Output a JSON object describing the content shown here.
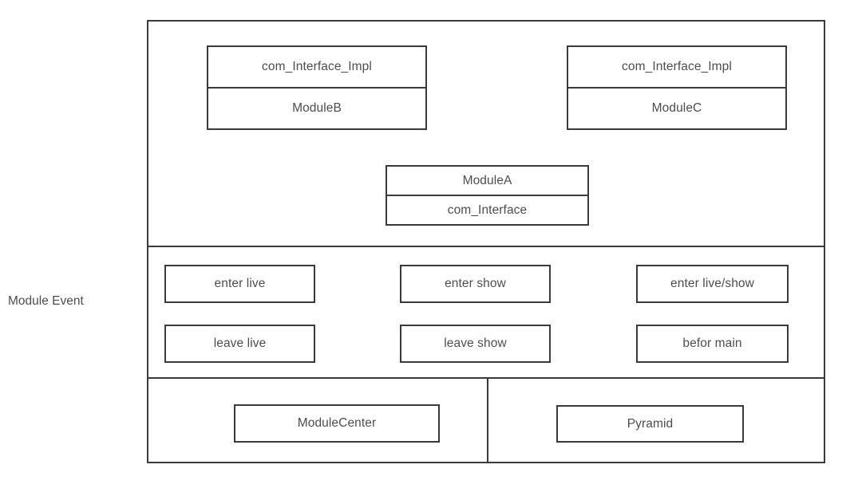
{
  "labels": {
    "module_event": "Module Event"
  },
  "modules_section": {
    "boxes": [
      {
        "name": "ModuleB",
        "top_cell": "com_Interface_Impl",
        "bottom_cell": "ModuleB"
      },
      {
        "name": "ModuleC",
        "top_cell": "com_Interface_Impl",
        "bottom_cell": "ModuleC"
      },
      {
        "name": "ModuleA",
        "top_cell": "ModuleA",
        "bottom_cell": "com_Interface"
      }
    ]
  },
  "events_section": {
    "boxes": [
      {
        "label": "enter live"
      },
      {
        "label": "enter show"
      },
      {
        "label": "enter live/show"
      },
      {
        "label": "leave live"
      },
      {
        "label": "leave show"
      },
      {
        "label": "befor main"
      }
    ]
  },
  "core_section": {
    "boxes": [
      {
        "label": "ModuleCenter"
      },
      {
        "label": "Pyramid"
      }
    ]
  },
  "colors": {
    "stroke": "#3a3a3a",
    "text": "#4d4d4d",
    "background": "#ffffff"
  }
}
